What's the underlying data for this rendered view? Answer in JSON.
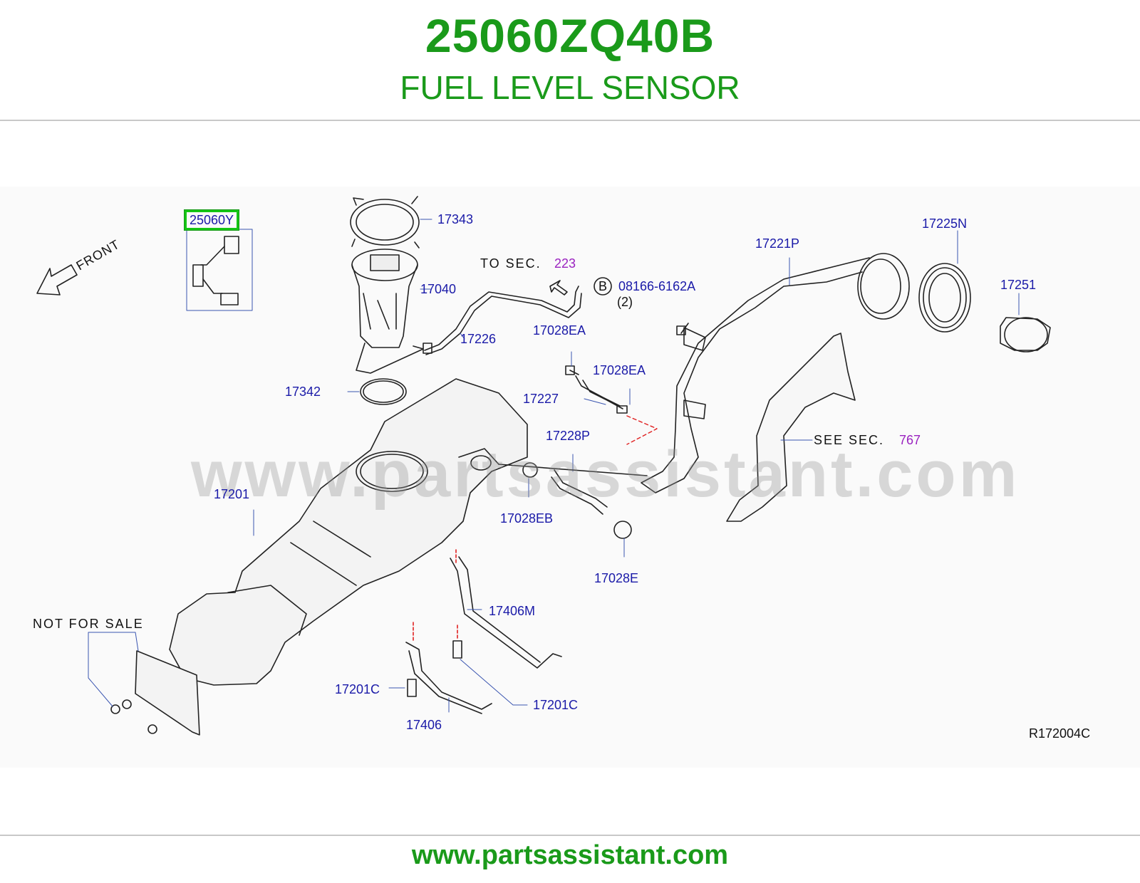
{
  "header": {
    "part_number": "25060ZQ40B",
    "part_name": "FUEL LEVEL SENSOR"
  },
  "footer": {
    "url": "www.partsassistant.com"
  },
  "diagram": {
    "watermark": "www.partsassistant.com",
    "front_label": "FRONT",
    "highlighted_part": "25060Y",
    "reference": "R172004C",
    "bolt_marker": "B",
    "labels": {
      "p17343": "17343",
      "p17040": "17040",
      "p17342": "17342",
      "p17226": "17226",
      "p17028EA_1": "17028EA",
      "p17028EA_2": "17028EA",
      "p17227": "17227",
      "p17228P": "17228P",
      "p17028EB": "17028EB",
      "p17028E": "17028E",
      "p17201": "17201",
      "p17406M": "17406M",
      "p17201C_1": "17201C",
      "p17201C_2": "17201C",
      "p17406": "17406",
      "p17221P": "17221P",
      "p17225N": "17225N",
      "p17251": "17251",
      "p08166": "08166-6162A",
      "qty": "(2)"
    },
    "to_sec": {
      "text": "TO  SEC.",
      "number": "223"
    },
    "see_sec": {
      "text": "SEE  SEC.",
      "number": "767"
    },
    "not_for_sale": "NOT  FOR  SALE"
  },
  "colors": {
    "title_green": "#1a9a1a",
    "label_blue": "#1a1aa8",
    "section_purple": "#9a22c0",
    "highlight_green": "#15c515"
  }
}
